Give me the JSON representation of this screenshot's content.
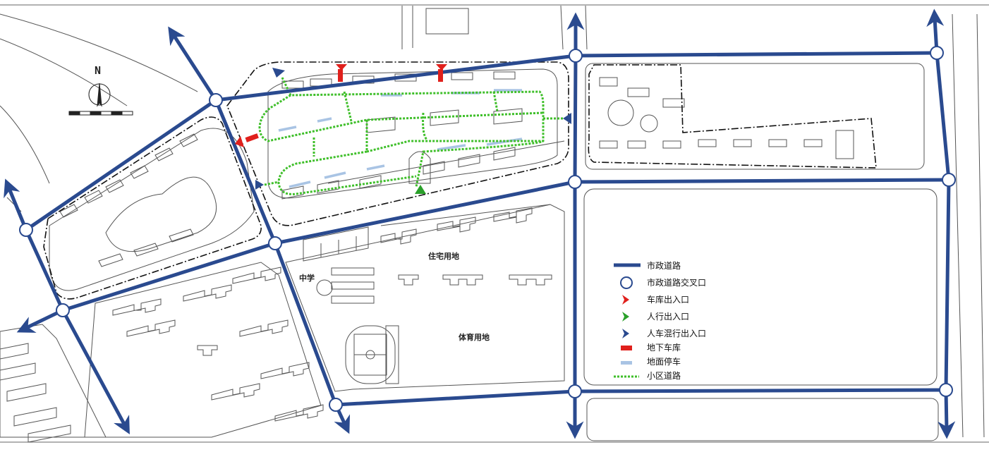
{
  "map": {
    "north_label": "N",
    "labels": {
      "middle_school": "中学",
      "residential_land": "住宅用地",
      "sports_land": "体育用地"
    },
    "colors": {
      "municipal_road": "#2a4a8f",
      "intersection_fill": "#ffffff",
      "garage_exit": "#e0201c",
      "pedestrian_exit": "#2aa02a",
      "mixed_exit": "#2a4a8f",
      "underground_garage": "#e0201c",
      "ground_parking": "#a9c4e4",
      "community_road": "#3fbf2a",
      "base_lines": "#555555"
    }
  },
  "legend": {
    "items": [
      {
        "label": "市政道路",
        "symbol": "road-line"
      },
      {
        "label": "市政道路交叉口",
        "symbol": "circle"
      },
      {
        "label": "车库出入口",
        "symbol": "arrow-red"
      },
      {
        "label": "人行出入口",
        "symbol": "arrow-green"
      },
      {
        "label": "人车混行出入口",
        "symbol": "arrow-blue"
      },
      {
        "label": "地下车库",
        "symbol": "red-bar"
      },
      {
        "label": "地面停车",
        "symbol": "blue-bar"
      },
      {
        "label": "小区道路",
        "symbol": "green-dots"
      }
    ]
  }
}
